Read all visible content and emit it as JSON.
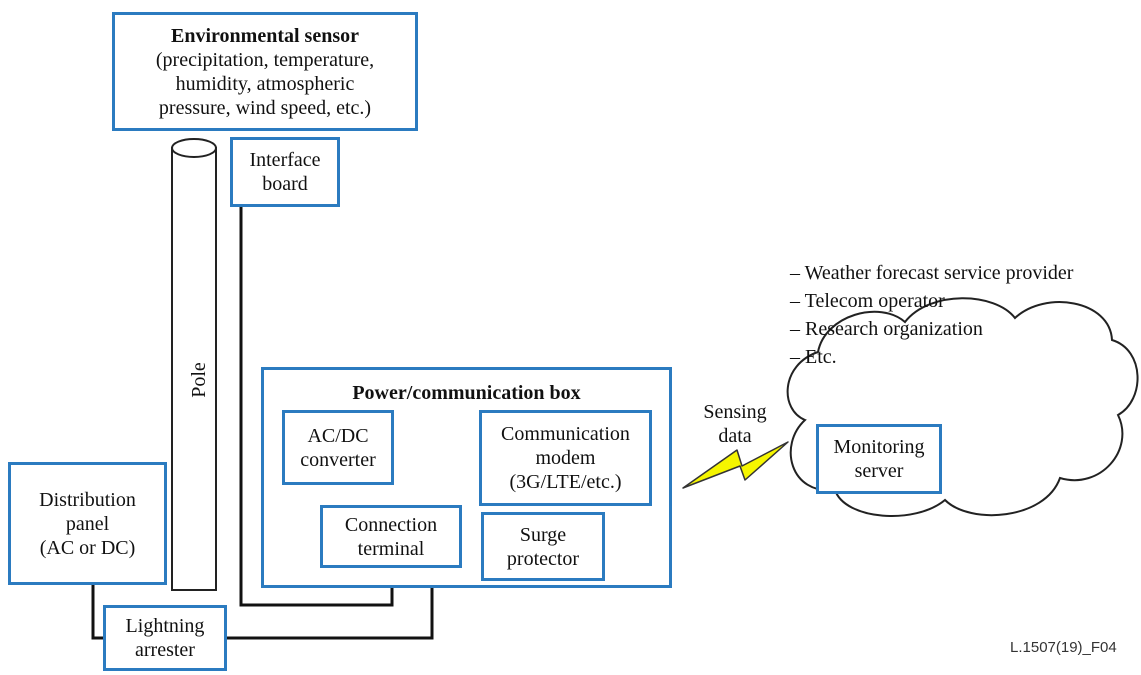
{
  "environmental_sensor": {
    "title": "Environmental sensor",
    "lines": [
      "(precipitation, temperature,",
      "humidity, atmospheric",
      "pressure, wind speed, etc.)"
    ]
  },
  "interface_board": {
    "lines": [
      "Interface",
      "board"
    ]
  },
  "pole": {
    "label": "Pole"
  },
  "distribution_panel": {
    "lines": [
      "Distribution",
      "panel",
      "(AC or DC)"
    ]
  },
  "lightning_arrester": {
    "lines": [
      "Lightning",
      "arrester"
    ]
  },
  "power_box": {
    "title": "Power/communication box",
    "ac_dc": {
      "lines": [
        "AC/DC",
        "converter"
      ]
    },
    "modem": {
      "lines": [
        "Communication",
        "modem",
        "(3G/LTE/etc.)"
      ]
    },
    "terminal": {
      "lines": [
        "Connection",
        "terminal"
      ]
    },
    "surge": {
      "lines": [
        "Surge",
        "protector"
      ]
    }
  },
  "sensing_data": {
    "lines": [
      "Sensing",
      "data"
    ]
  },
  "users": {
    "items": [
      "– Weather forecast service provider",
      "– Telecom operator",
      "– Research organization",
      "– Etc."
    ]
  },
  "monitoring_server": {
    "lines": [
      "Monitoring",
      "server"
    ]
  },
  "figure_id": "L.1507(19)_F04",
  "colors": {
    "box_border": "#2b7bc0",
    "lightning": "#f5f500",
    "wire": "#111111"
  }
}
